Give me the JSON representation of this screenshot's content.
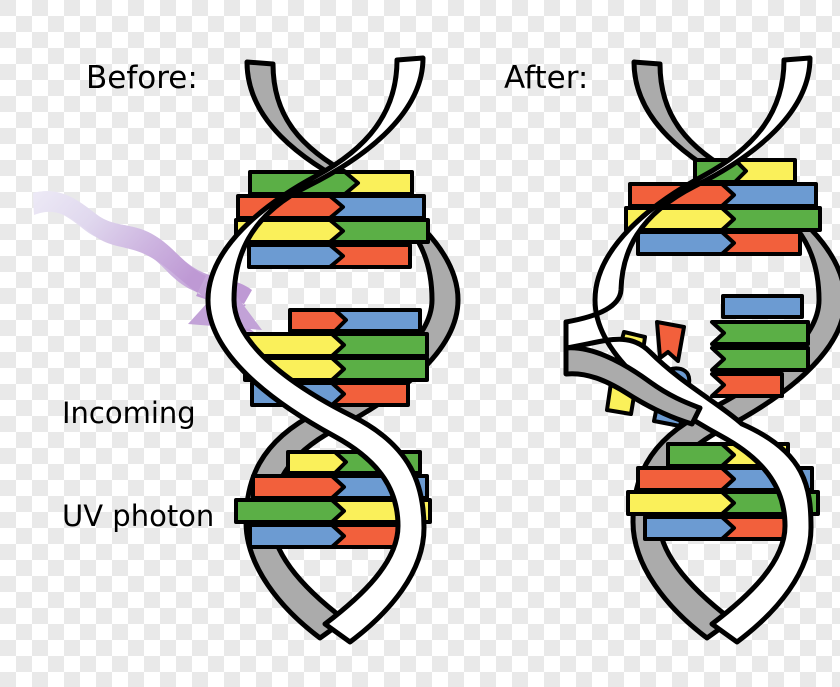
{
  "diagram": {
    "title": "UV photon induced DNA damage (thymine dimer formation)",
    "labels": {
      "before": "Before:",
      "after": "After:",
      "photon_line1": "Incoming",
      "photon_line2": "UV photon"
    }
  },
  "colors": {
    "base_green": "#5BAF46",
    "base_orange": "#F2603C",
    "base_yellow": "#FAF05A",
    "base_blue": "#6C9BD2",
    "backbone_front": "#FFFFFF",
    "backbone_back": "#ABABAB",
    "outline": "#000000",
    "photon_tail": "#E8E4F2",
    "photon_head": "#C1A0D6",
    "text": "#000000",
    "checker_light": "#FFFFFF",
    "checker_dark": "#E9E9E9"
  },
  "helix_before": {
    "name": "Before",
    "state": "intact",
    "segments": [
      {
        "id": "before-top",
        "pairs": [
          {
            "left": "base_green",
            "right": "base_yellow"
          },
          {
            "left": "base_orange",
            "right": "base_blue"
          },
          {
            "left": "base_yellow",
            "right": "base_green"
          },
          {
            "left": "base_blue",
            "right": "base_orange"
          }
        ]
      },
      {
        "id": "before-middle",
        "pairs": [
          {
            "left": "base_orange",
            "right": "base_blue"
          },
          {
            "left": "base_yellow",
            "right": "base_green"
          },
          {
            "left": "base_yellow",
            "right": "base_green"
          },
          {
            "left": "base_blue",
            "right": "base_orange"
          }
        ]
      },
      {
        "id": "before-bottom",
        "pairs": [
          {
            "left": "base_yellow",
            "right": "base_green"
          },
          {
            "left": "base_orange",
            "right": "base_blue"
          },
          {
            "left": "base_green",
            "right": "base_yellow"
          },
          {
            "left": "base_blue",
            "right": "base_orange"
          }
        ]
      }
    ]
  },
  "helix_after": {
    "name": "After",
    "state": "damaged",
    "segments": [
      {
        "id": "after-top",
        "pairs": [
          {
            "left": "base_green",
            "right": "base_yellow"
          },
          {
            "left": "base_orange",
            "right": "base_blue"
          },
          {
            "left": "base_yellow",
            "right": "base_green"
          },
          {
            "left": "base_blue",
            "right": "base_orange"
          }
        ]
      },
      {
        "id": "after-middle-damaged",
        "damage": "thymine-dimer",
        "unpaired_right_bases": [
          "base_blue",
          "base_green",
          "base_green",
          "base_orange"
        ],
        "detached_left_bases": [
          "base_yellow-dimer",
          "base_orange",
          "base_blue"
        ]
      },
      {
        "id": "after-bottom",
        "pairs": [
          {
            "left": "base_green",
            "right": "base_yellow"
          },
          {
            "left": "base_orange",
            "right": "base_blue"
          },
          {
            "left": "base_yellow",
            "right": "base_green"
          },
          {
            "left": "base_blue",
            "right": "base_orange"
          }
        ]
      }
    ]
  },
  "photon_arrow": {
    "name": "incoming-uv-photon-arrow",
    "direction": "down-right",
    "shape": "wavy"
  }
}
